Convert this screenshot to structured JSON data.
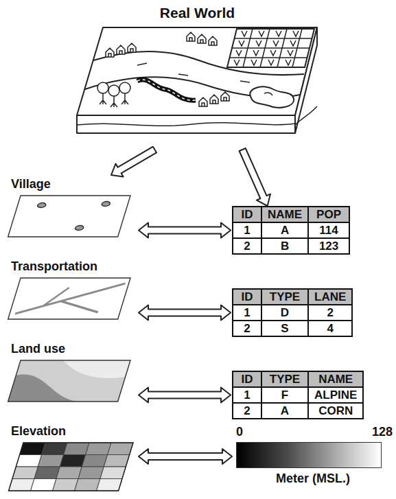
{
  "diagram": {
    "nodes": [
      {
        "text": [
          "Real World"
        ]
      },
      {
        "text": [
          "Village"
        ]
      },
      {
        "text": [
          "ID",
          "NAME",
          "POP",
          "1",
          "A",
          "114",
          "2",
          "B",
          "123"
        ]
      },
      {
        "text": [
          "Transportation"
        ]
      },
      {
        "text": [
          "ID",
          "TYPE",
          "LANE",
          "1",
          "D",
          "2",
          "2",
          "S",
          "4"
        ]
      },
      {
        "text": [
          "Land use"
        ]
      },
      {
        "text": [
          "ID",
          "TYPE",
          "NAME",
          "1",
          "F",
          "ALPINE",
          "2",
          "A",
          "CORN"
        ]
      },
      {
        "text": [
          "Elevation"
        ]
      },
      {
        "text": [
          "0",
          "128",
          "Meter (MSL.)"
        ]
      }
    ],
    "edges": [
      {
        "from": 0,
        "to": 1,
        "arrow": "to"
      },
      {
        "from": 0,
        "to": 2,
        "arrow": "to"
      },
      {
        "from": 1,
        "to": 2,
        "arrow": "both"
      },
      {
        "from": 3,
        "to": 4,
        "arrow": "both"
      },
      {
        "from": 5,
        "to": 6,
        "arrow": "both"
      },
      {
        "from": 7,
        "to": 8,
        "arrow": "both"
      }
    ]
  }
}
